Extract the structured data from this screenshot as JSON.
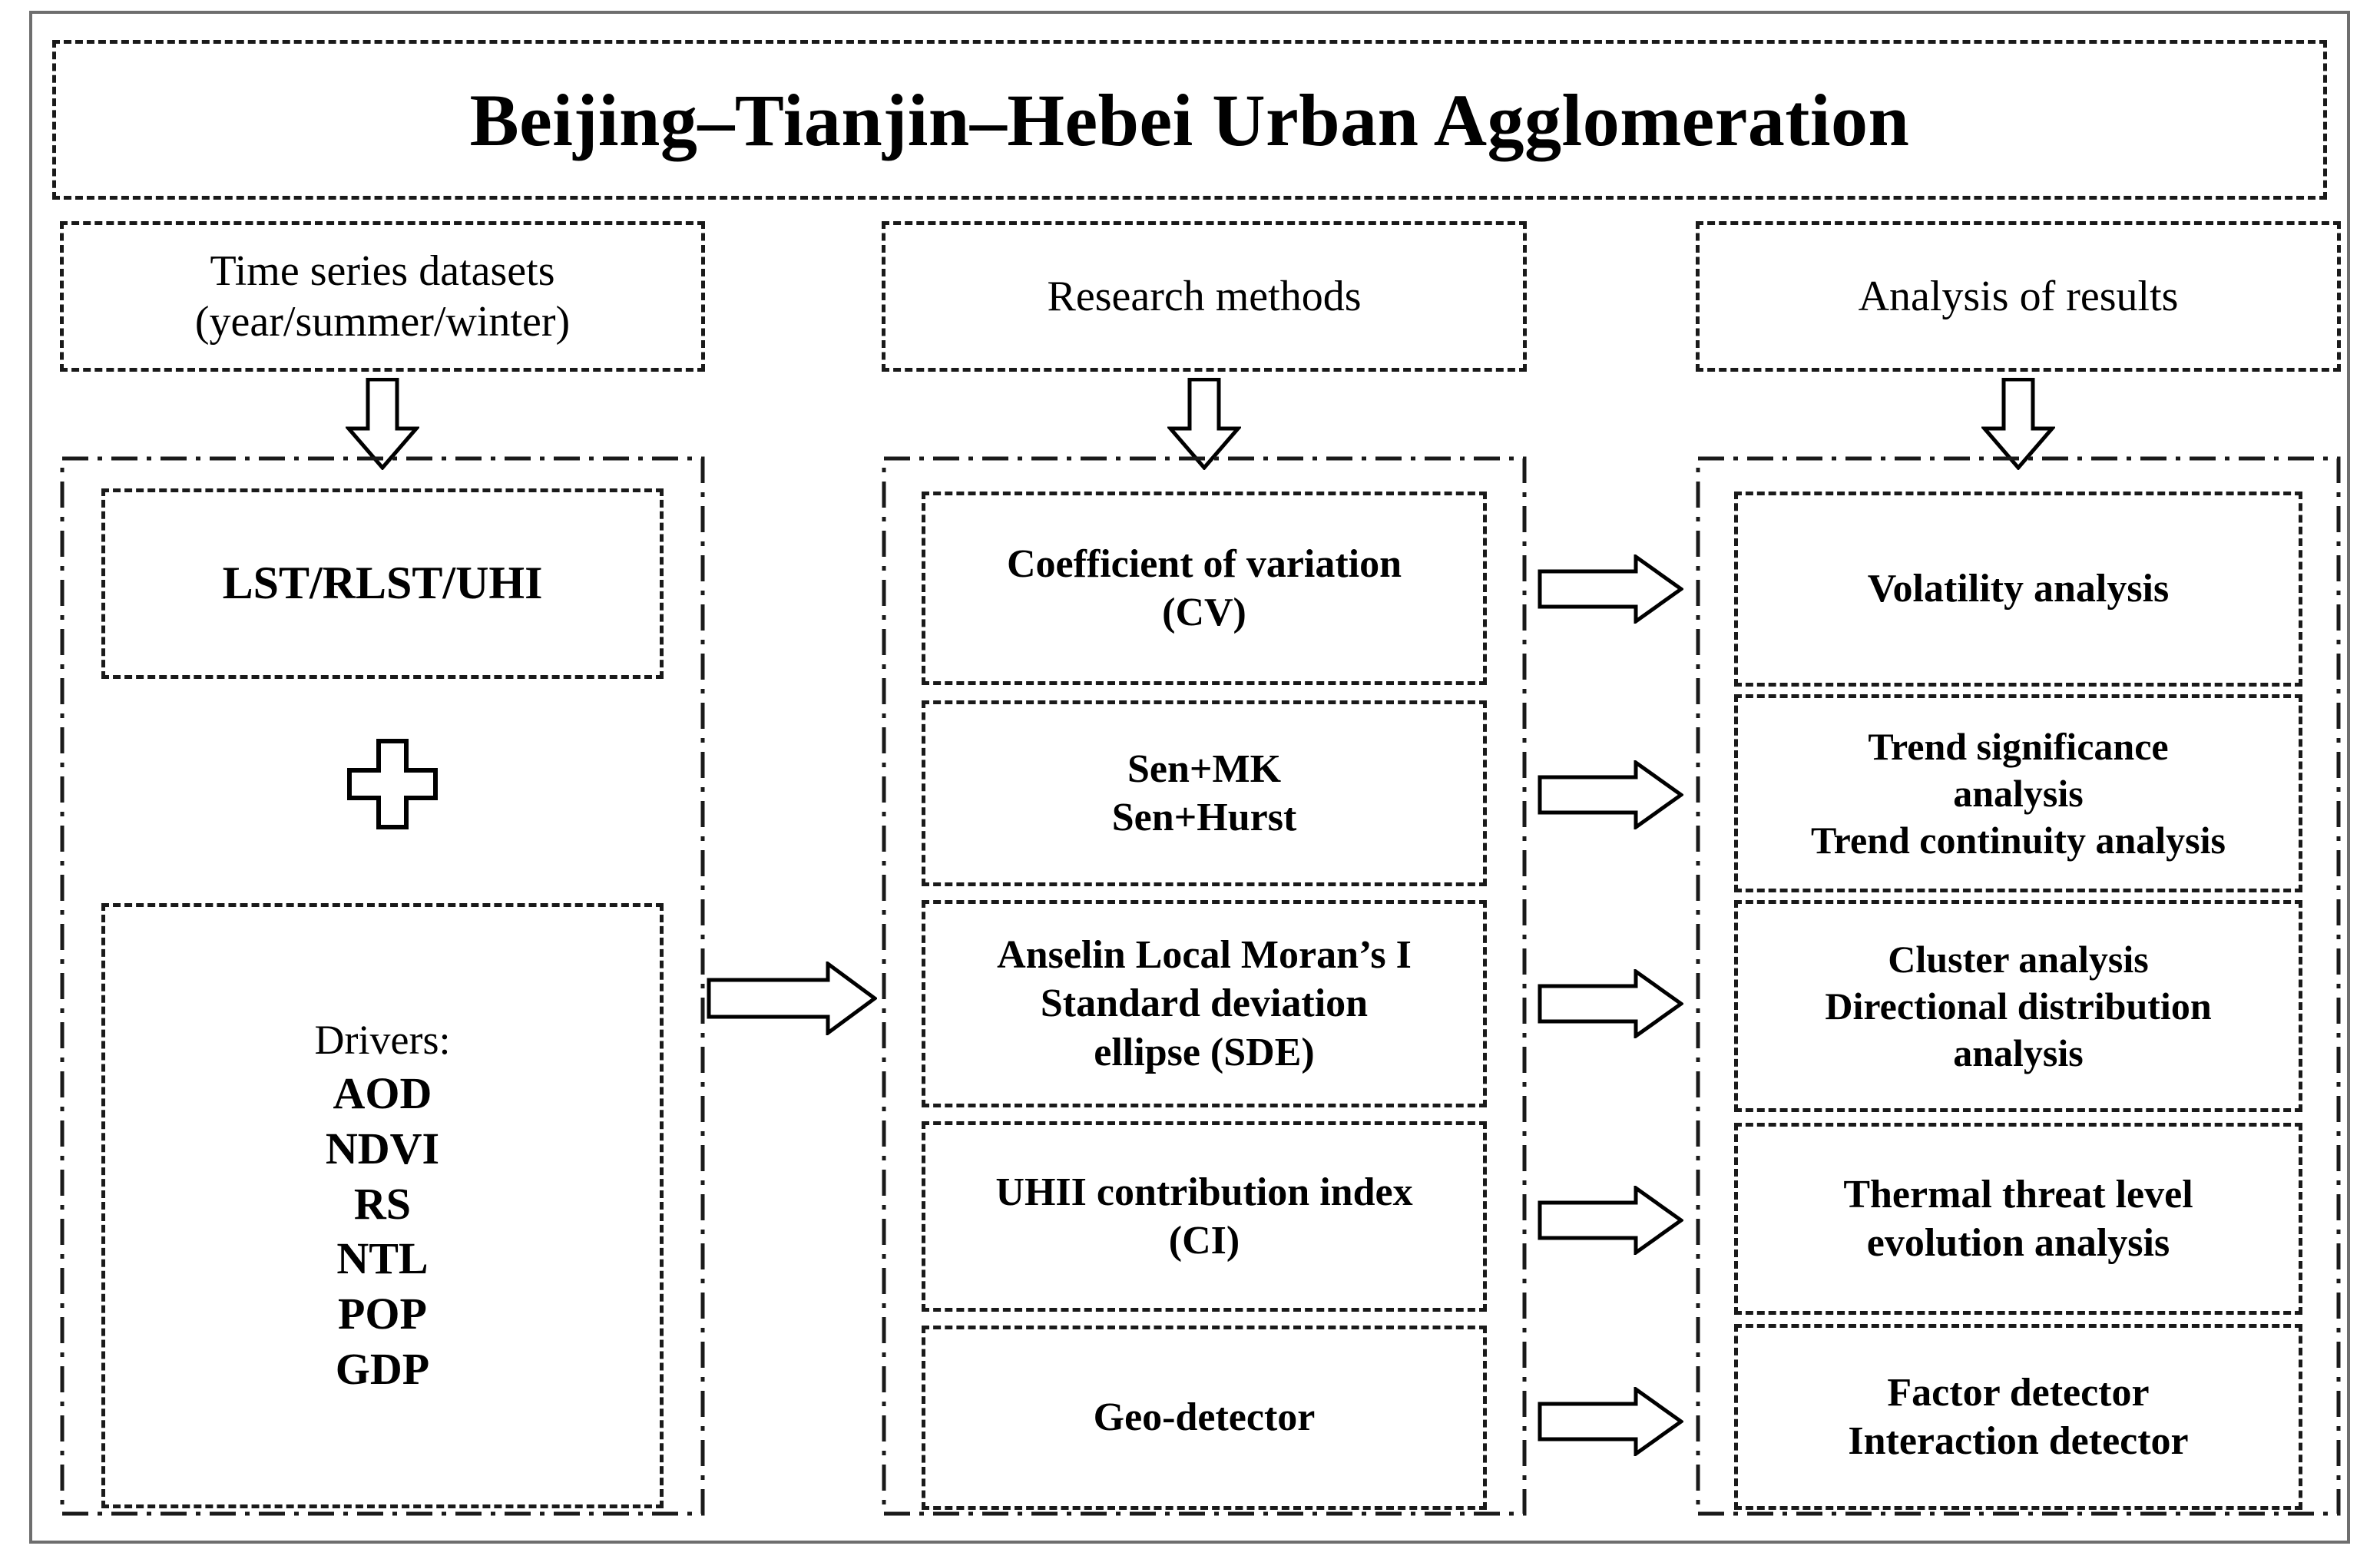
{
  "title": "Beijing–Tianjin–Hebei Urban Agglomeration",
  "columns": {
    "datasets": {
      "header_line1": "Time series datasets",
      "header_line2": "(year/summer/winter)",
      "data_box": "LST/RLST/UHI",
      "combine_icon": "plus-icon",
      "drivers_label": "Drivers:",
      "drivers": [
        "AOD",
        "NDVI",
        "RS",
        "NTL",
        "POP",
        "GDP"
      ]
    },
    "methods": {
      "header": "Research methods",
      "items": [
        {
          "line1": "Coefficient of variation",
          "line2": "(CV)"
        },
        {
          "line1": "Sen+MK",
          "line2": "Sen+Hurst"
        },
        {
          "line1": "Anselin Local Moran’s I",
          "line2": "Standard deviation",
          "line3": "ellipse (SDE)"
        },
        {
          "line1": "UHII contribution index",
          "line2": "(CI)"
        },
        {
          "line1": "Geo-detector"
        }
      ]
    },
    "results": {
      "header": "Analysis of results",
      "items": [
        {
          "line1": "Volatility analysis"
        },
        {
          "line1": "Trend significance",
          "line2": "analysis",
          "line3": "Trend continuity analysis"
        },
        {
          "line1": "Cluster analysis",
          "line2": "Directional distribution",
          "line3": "analysis"
        },
        {
          "line1": "Thermal threat level",
          "line2": "evolution analysis"
        },
        {
          "line1": "Factor detector",
          "line2": "Interaction detector"
        }
      ]
    }
  },
  "arrows": {
    "down_icon": "arrow-down-icon",
    "right_icon": "arrow-right-icon"
  },
  "colors": {
    "ink": "#000000",
    "border": "#1a1a1a",
    "frame": "#6e6e6e",
    "background": "#ffffff"
  }
}
